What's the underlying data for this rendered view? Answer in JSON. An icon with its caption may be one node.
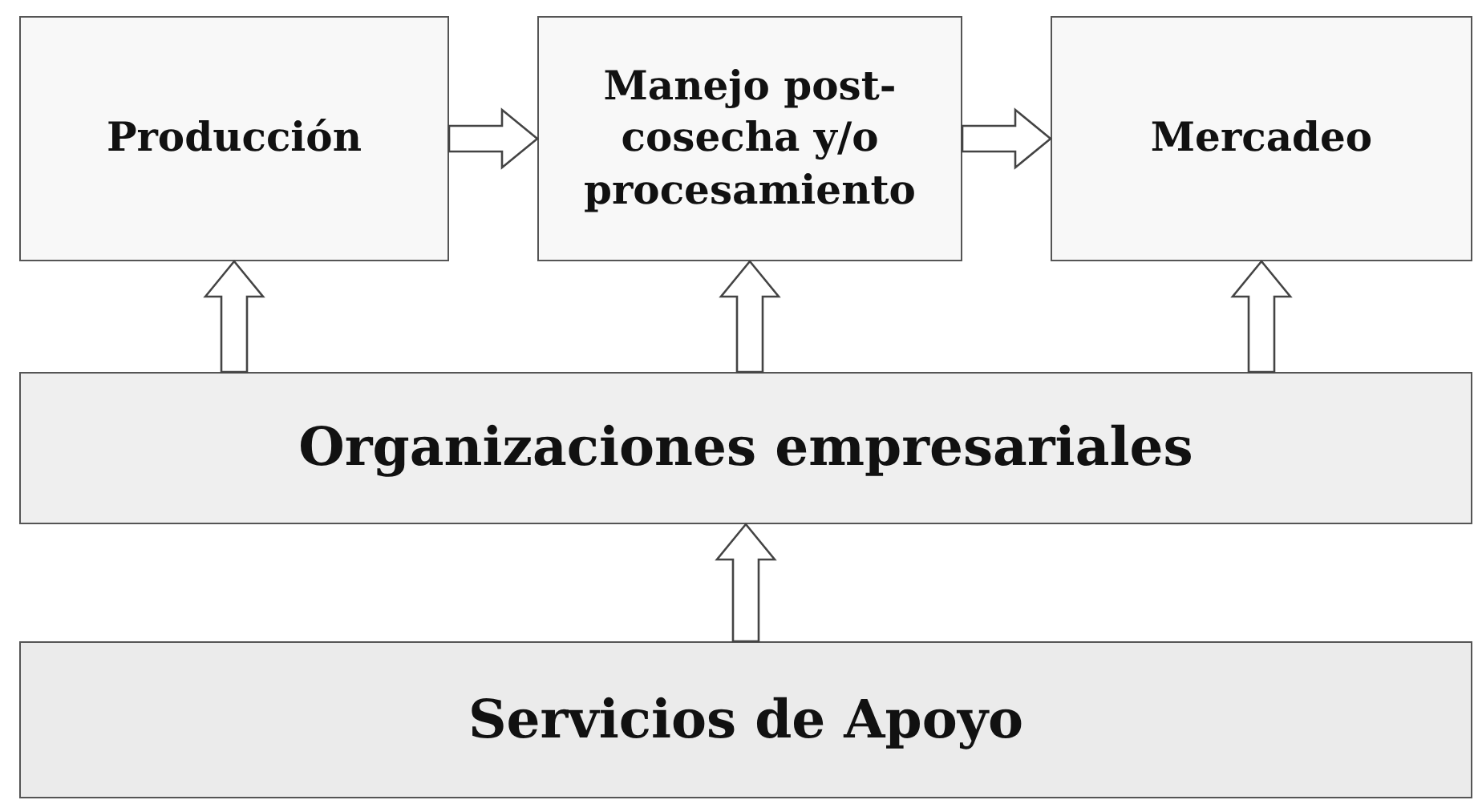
{
  "diagram": {
    "nodes": [
      {
        "text": [
          "Producción"
        ]
      },
      {
        "text": [
          "Manejo post-cosecha y/o procesamiento"
        ]
      },
      {
        "text": [
          "Mercadeo"
        ]
      },
      {
        "text": [
          "Organizaciones empresariales"
        ]
      },
      {
        "text": [
          "Servicios de Apoyo"
        ]
      }
    ],
    "edges": [
      {
        "from": 0,
        "to": 1,
        "arrow": "to"
      },
      {
        "from": 1,
        "to": 2,
        "arrow": "to"
      },
      {
        "from": 3,
        "to": 0,
        "arrow": "to"
      },
      {
        "from": 3,
        "to": 1,
        "arrow": "to"
      },
      {
        "from": 3,
        "to": 2,
        "arrow": "to"
      },
      {
        "from": 4,
        "to": 3,
        "arrow": "to"
      }
    ]
  }
}
